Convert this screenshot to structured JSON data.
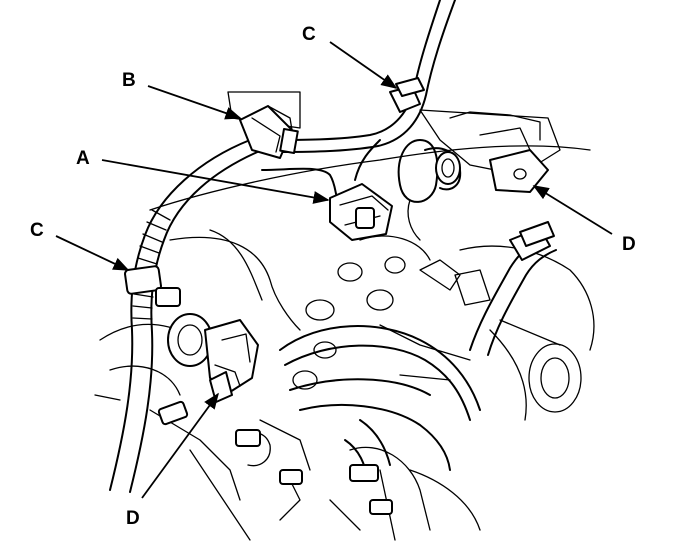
{
  "callouts": {
    "a": "A",
    "b": "B",
    "c_top": "C",
    "c_left": "C",
    "d_right": "D",
    "d_bottom": "D"
  },
  "colors": {
    "ink": "#000000",
    "paper": "#ffffff"
  }
}
